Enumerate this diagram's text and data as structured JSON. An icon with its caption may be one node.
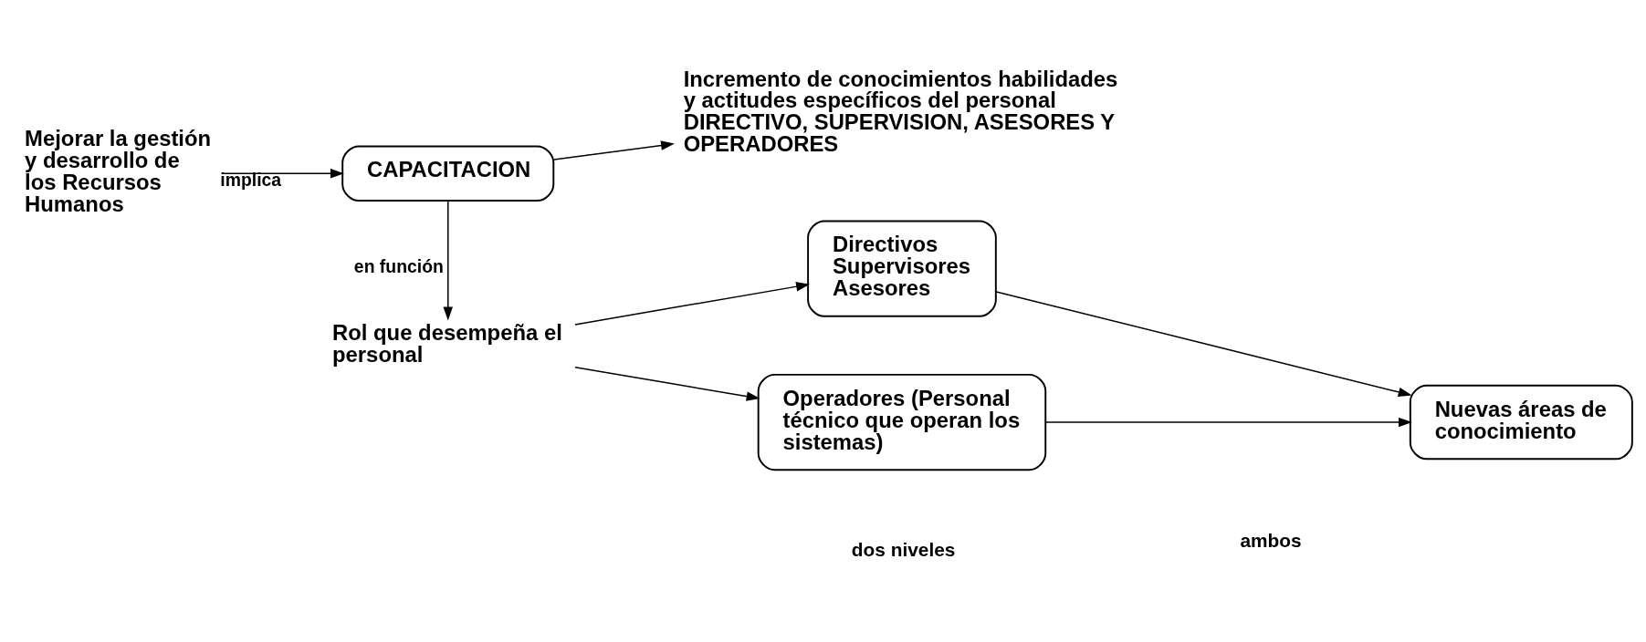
{
  "diagram": {
    "nodes": [
      {
        "text": [
          "Mejorar la gestión y desarrollo de los Recursos Humanos"
        ]
      },
      {
        "text": [
          "CAPACITACION"
        ]
      },
      {
        "text": [
          "Incremento de conocimientos habilidades y actitudes específicos del personal DIRECTIVO, SUPERVISION, ASESORES Y OPERADORES"
        ]
      },
      {
        "text": [
          "Rol que desempeña el personal"
        ]
      },
      {
        "text": [
          "Directivos",
          "Supervisores",
          "Asesores"
        ]
      },
      {
        "text": [
          "Operadores (Personal técnico que operan los sistemas)"
        ]
      },
      {
        "text": [
          "Nuevas áreas de conocimiento"
        ]
      }
    ],
    "edges": [
      {
        "from": 0,
        "to": 1,
        "arrow": "to",
        "label": "implica"
      },
      {
        "from": 1,
        "to": 2,
        "arrow": "to"
      },
      {
        "from": 1,
        "to": 3,
        "arrow": "to",
        "label": "en función"
      },
      {
        "from": 3,
        "to": 4,
        "arrow": "to"
      },
      {
        "from": 3,
        "to": 5,
        "arrow": "to"
      },
      {
        "from": 4,
        "to": 6,
        "arrow": "to"
      },
      {
        "from": 5,
        "to": 6,
        "arrow": "to"
      }
    ],
    "labels": [
      "dos niveles",
      "ambos"
    ]
  }
}
